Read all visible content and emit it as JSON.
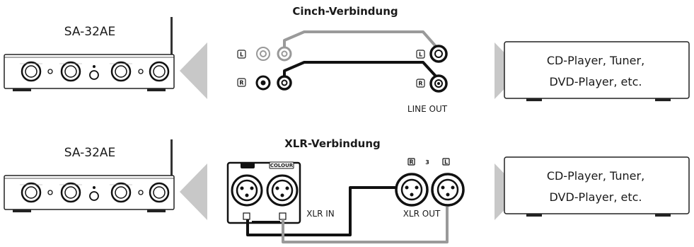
{
  "cinch": {
    "title": "Cinch-Verbindung",
    "amp_model": "SA-32AE",
    "left_channel": "L",
    "right_channel": "R",
    "out_left": "L",
    "out_right": "R",
    "line_out_label": "LINE OUT",
    "source_line1": "CD-Player, Tuner,",
    "source_line2": "DVD-Player, etc."
  },
  "xlr": {
    "title": "XLR-Verbindung",
    "amp_model": "SA-32AE",
    "colour_label": "COLOUR",
    "in_label": "XLR IN",
    "out_label": "XLR OUT",
    "out_r": "R",
    "out_3": "3",
    "out_l": "L",
    "source_line1": "CD-Player, Tuner,",
    "source_line2": "DVD-Player, etc."
  }
}
